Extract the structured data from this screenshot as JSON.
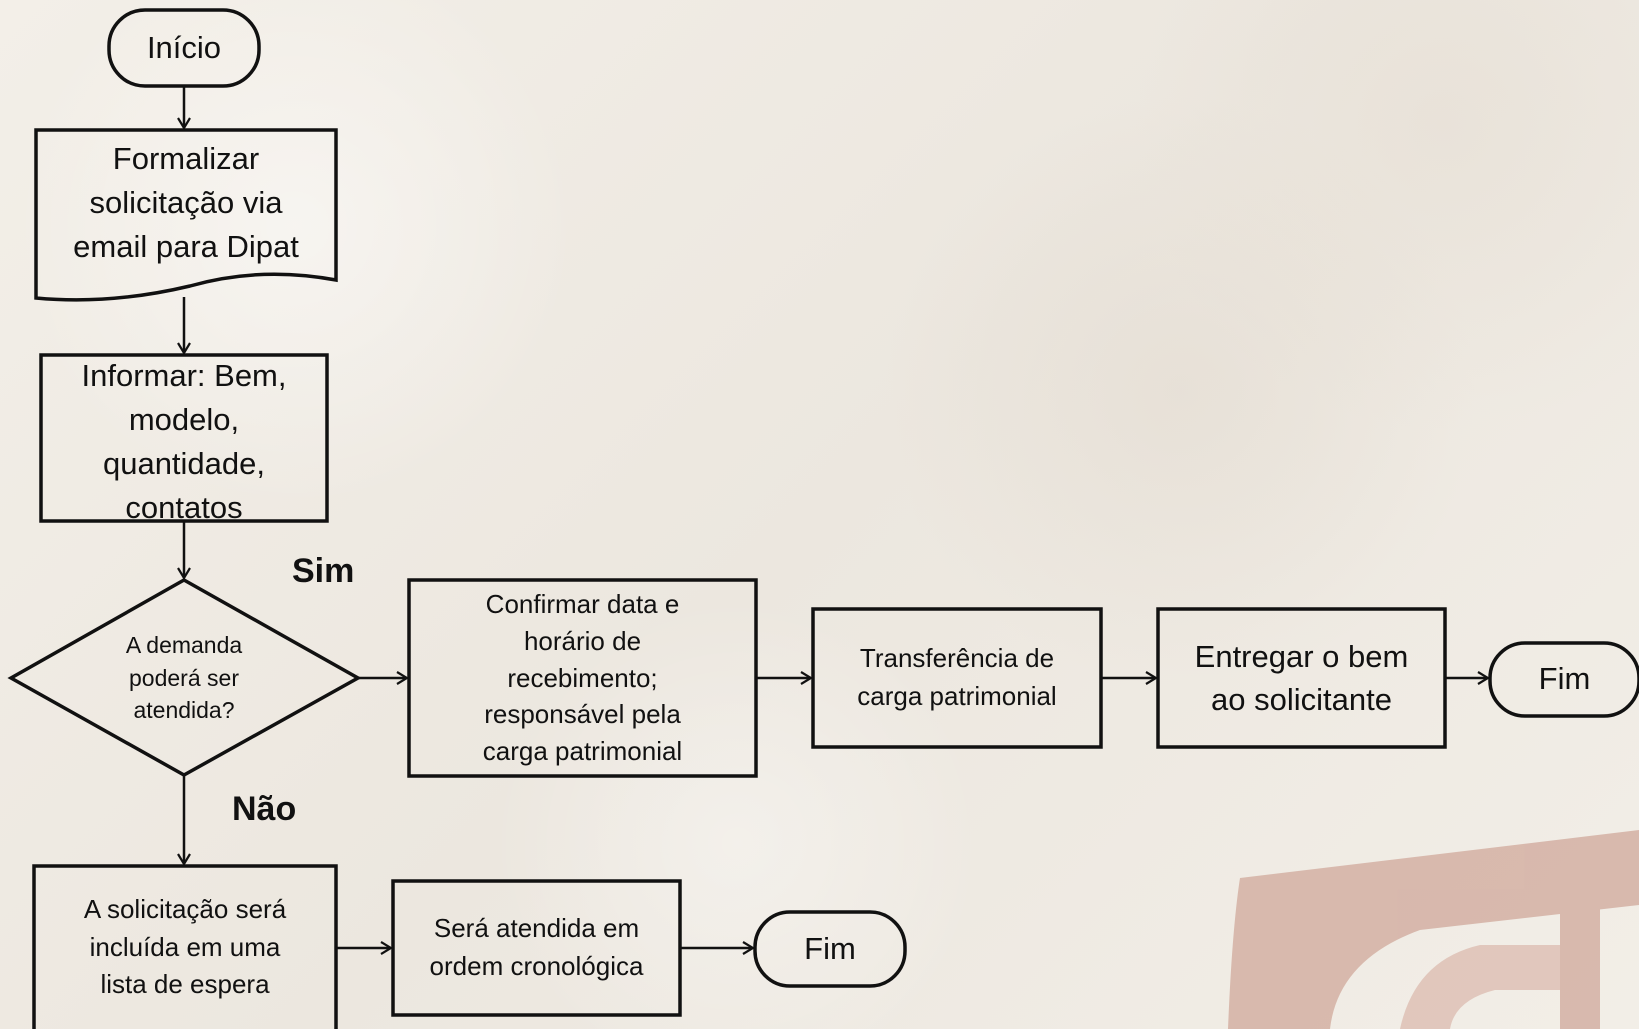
{
  "flowchart": {
    "start": "Início",
    "formalize": [
      "Formalizar",
      "solicitação via",
      "email para Dipat"
    ],
    "inform": [
      "Informar: Bem,",
      "modelo,",
      "quantidade,",
      "contatos"
    ],
    "decision": [
      "A demanda",
      "poderá ser",
      "atendida?"
    ],
    "yes_label": "Sim",
    "no_label": "Não",
    "confirm": [
      "Confirmar data e",
      "horário de",
      "recebimento;",
      "responsável pela",
      "carga patrimonial"
    ],
    "transfer": [
      "Transferência de",
      "carga patrimonial"
    ],
    "deliver": [
      "Entregar o bem",
      "ao solicitante"
    ],
    "end_top": "Fim",
    "waitlist": [
      "A solicitação será",
      "incluída em uma",
      "lista de espera"
    ],
    "chrono": [
      "Será atendida em",
      "ordem cronológica"
    ],
    "end_bottom": "Fim"
  },
  "colors": {
    "stroke": "#111111",
    "logo_accent": "#c89a8c"
  }
}
